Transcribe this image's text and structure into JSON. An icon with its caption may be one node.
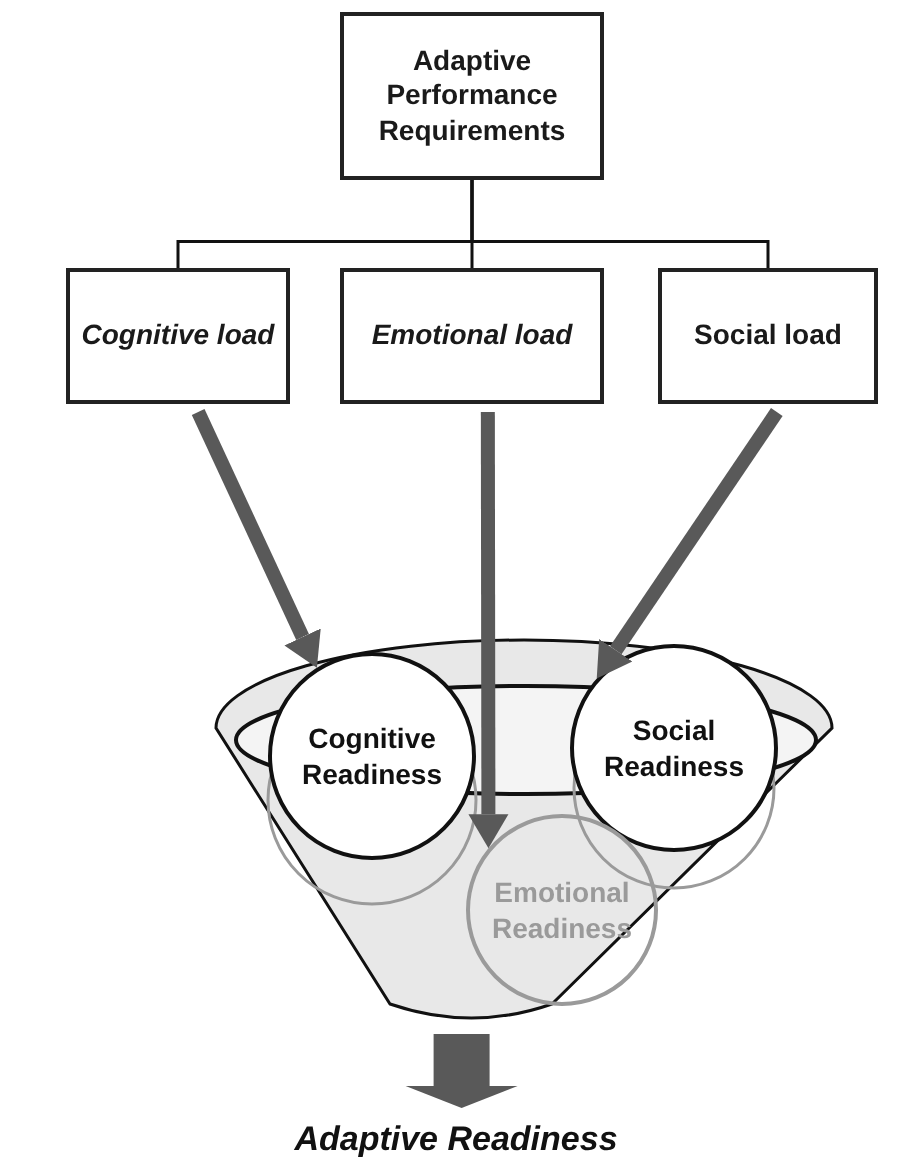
{
  "diagram": {
    "nodes": [
      {
        "text": [
          "Adaptive Performance Requirements"
        ]
      },
      {
        "text": [
          "Cognitive load"
        ]
      },
      {
        "text": [
          "Emotional load"
        ]
      },
      {
        "text": [
          "Social load"
        ]
      },
      {
        "text": [],
        "shape": "funnel"
      },
      {
        "text": [
          "Cognitive Readiness"
        ],
        "in": 4
      },
      {
        "text": [
          "Social Readiness"
        ],
        "in": 4
      },
      {
        "text": [
          "Emotional Readiness"
        ],
        "in": 4
      },
      {
        "text": [
          "Adaptive Readiness"
        ]
      }
    ],
    "edges": [
      {
        "from": 0,
        "to": 1,
        "arrow": "none",
        "color": "#111111"
      },
      {
        "from": 0,
        "to": 2,
        "arrow": "none",
        "color": "#111111"
      },
      {
        "from": 0,
        "to": 3,
        "arrow": "none",
        "color": "#111111"
      },
      {
        "from": 1,
        "to": 5,
        "arrow": "to"
      },
      {
        "from": 2,
        "to": 7,
        "arrow": "to"
      },
      {
        "from": 3,
        "to": 6,
        "arrow": "to"
      },
      {
        "from": 4,
        "to": 8,
        "arrow": "to",
        "style": "thick"
      }
    ]
  }
}
